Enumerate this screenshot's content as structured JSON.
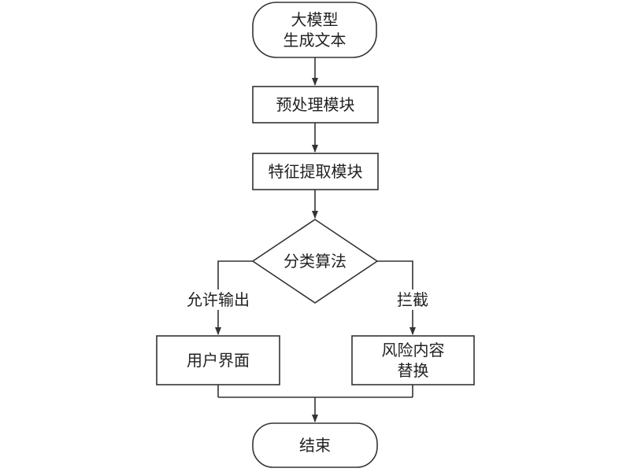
{
  "nodes": {
    "start": {
      "line1": "大模型",
      "line2": "生成文本"
    },
    "preprocess": "预处理模块",
    "feature": "特征提取模块",
    "classifier": "分类算法",
    "user_ui": "用户界面",
    "replace": {
      "line1": "风险内容",
      "line2": "替换"
    },
    "end": "结束"
  },
  "edges": {
    "allow": "允许输出",
    "block": "拦截"
  },
  "colors": {
    "stroke": "#333333",
    "background": "#ffffff"
  }
}
